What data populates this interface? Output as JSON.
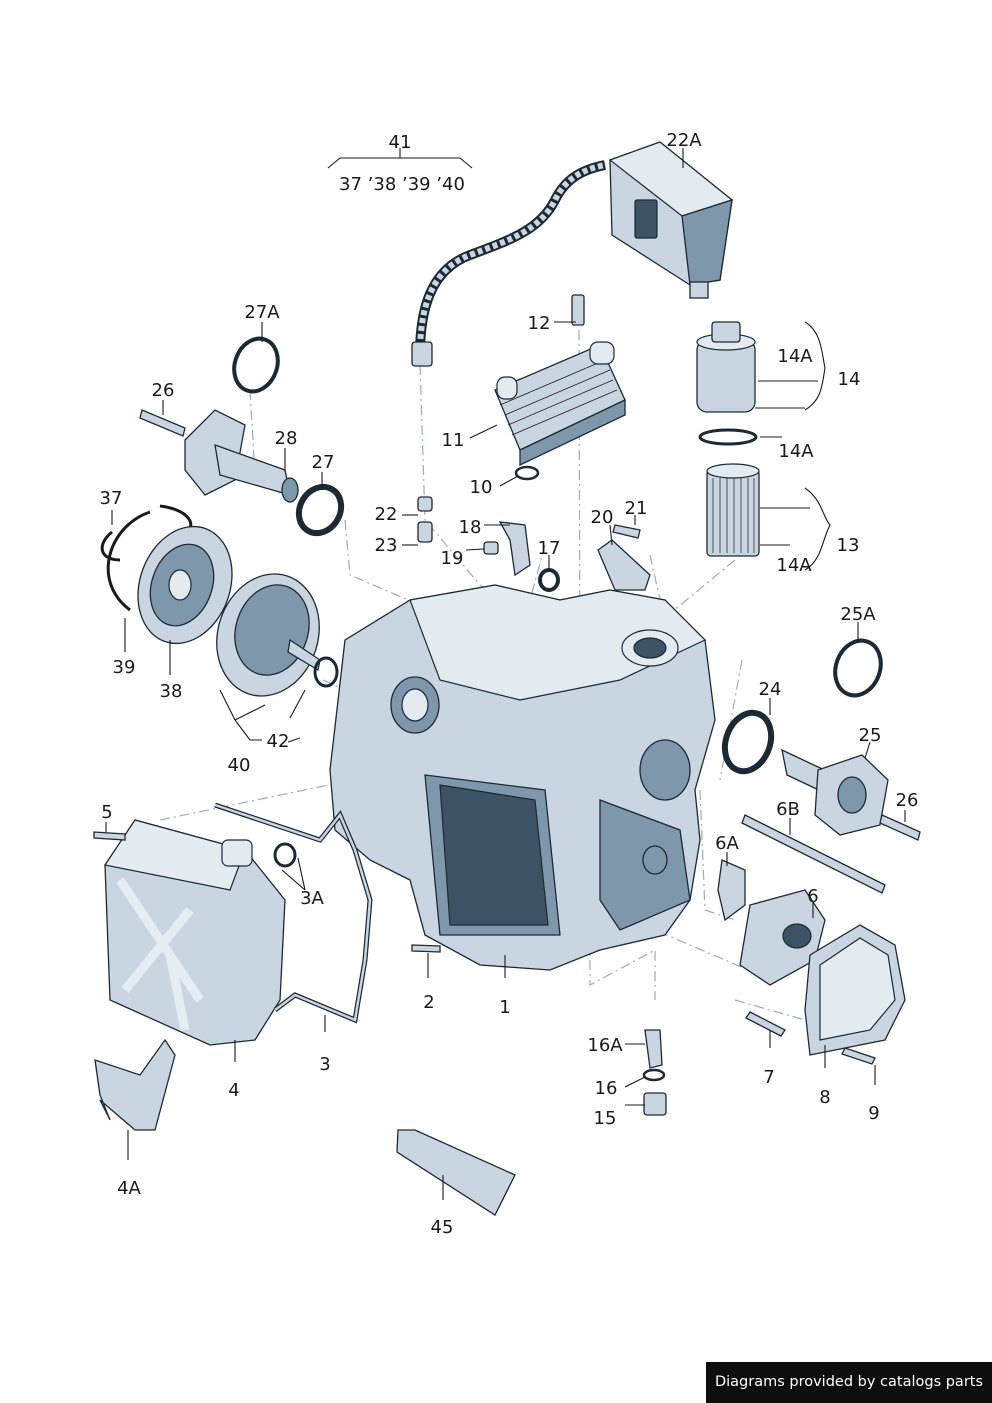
{
  "callouts": {
    "c1": "1",
    "c2": "2",
    "c3": "3",
    "c3A": "3A",
    "c4": "4",
    "c4A": "4A",
    "c5": "5",
    "c6": "6",
    "c6A": "6A",
    "c6B": "6B",
    "c7": "7",
    "c8": "8",
    "c9": "9",
    "c10": "10",
    "c11": "11",
    "c12": "12",
    "c13": "13",
    "c14": "14",
    "c14A_a": "14A",
    "c14A_b": "14A",
    "c14A_c": "14A",
    "c15": "15",
    "c16": "16",
    "c16A": "16A",
    "c17": "17",
    "c18": "18",
    "c19": "19",
    "c20": "20",
    "c21": "21",
    "c22": "22",
    "c22A": "22A",
    "c23": "23",
    "c24": "24",
    "c25": "25",
    "c25A": "25A",
    "c26_a": "26",
    "c26_b": "26",
    "c27": "27",
    "c27A": "27A",
    "c28": "28",
    "c37": "37",
    "c38": "38",
    "c39": "39",
    "c40": "40",
    "c41": "41",
    "c42": "42",
    "c45": "45",
    "group41": "37 ’38 ’39 ’40"
  },
  "footer_text": "Diagrams provided by catalogs parts",
  "colors": {
    "metal": "#c9d6e1",
    "metal_dark": "#7f97aa",
    "outline": "#1c2a36",
    "dash_line": "#9aabbf",
    "footer_bg": "#0e0e0e"
  }
}
